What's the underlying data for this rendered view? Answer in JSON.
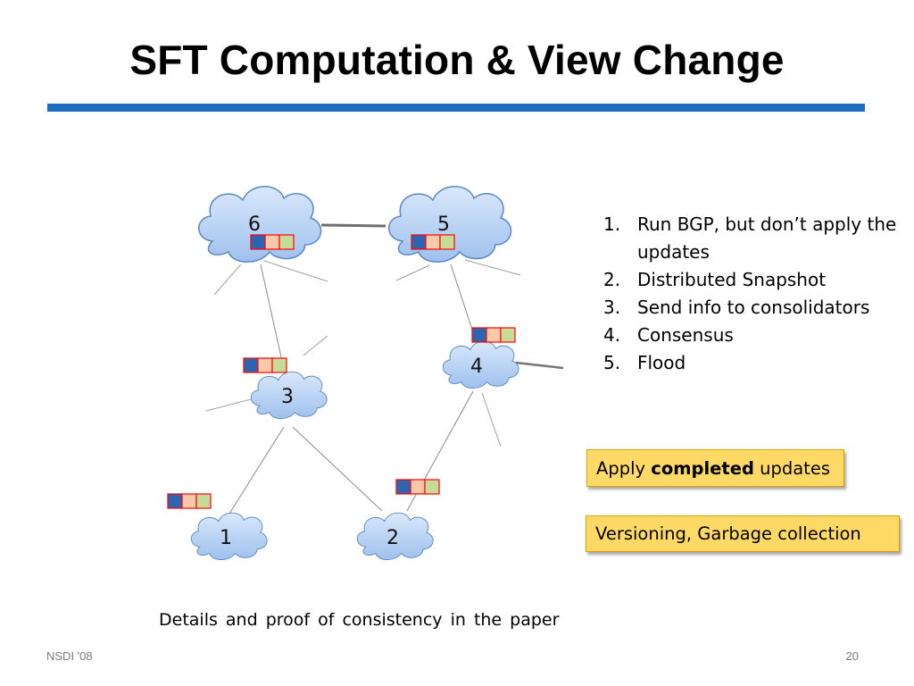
{
  "slide": {
    "title": "SFT Computation & View Change",
    "caption": "Details and proof of consistency in the paper",
    "footer_left": "NSDI '08",
    "page_number": "20"
  },
  "diagram": {
    "nodes": [
      {
        "id": "6",
        "label": "6"
      },
      {
        "id": "5",
        "label": "5"
      },
      {
        "id": "4",
        "label": "4"
      },
      {
        "id": "3",
        "label": "3"
      },
      {
        "id": "1",
        "label": "1"
      },
      {
        "id": "2",
        "label": "2"
      }
    ],
    "status_box_colors": [
      "#2e64b0",
      "#f9c9a9",
      "#c4dc98"
    ],
    "border_color": "#ff0000",
    "cloud_fill": "#b8d3f6",
    "cloud_stroke": "#5b88c8"
  },
  "steps": [
    {
      "num": "1.",
      "text": "Run BGP, but don’t apply the updates"
    },
    {
      "num": "2.",
      "text": "Distributed Snapshot"
    },
    {
      "num": "3.",
      "text": "Send info to consolidators"
    },
    {
      "num": "4.",
      "text": "Consensus"
    },
    {
      "num": "5.",
      "text": "Flood"
    }
  ],
  "callouts": {
    "apply_prefix": "Apply ",
    "apply_bold": "completed",
    "apply_suffix": " updates",
    "versioning": "Versioning, Garbage collection"
  }
}
